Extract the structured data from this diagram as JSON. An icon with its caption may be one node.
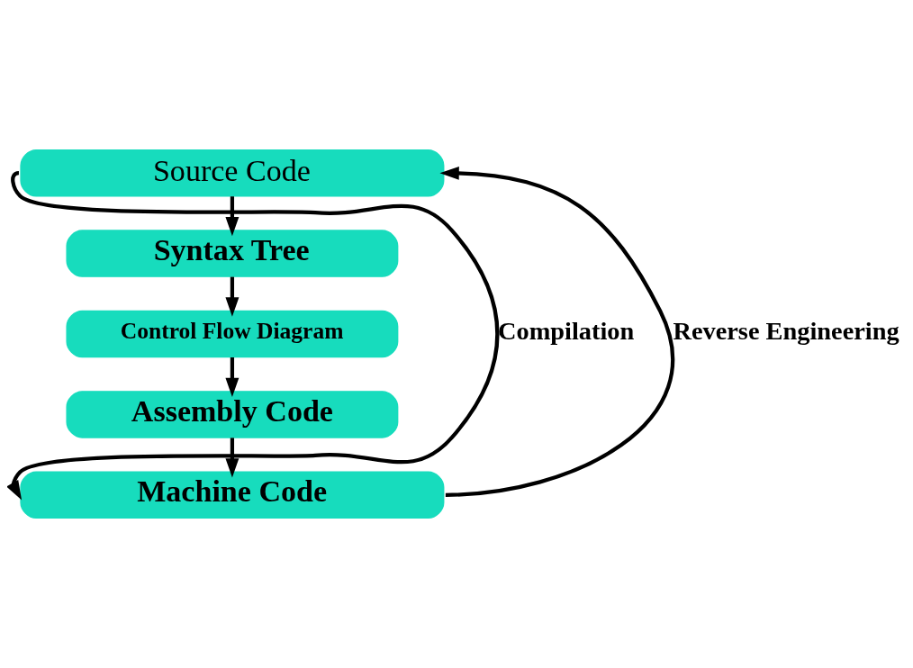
{
  "diagram": {
    "nodes": [
      {
        "text": [
          "Source Code"
        ]
      },
      {
        "text": [
          "Syntax Tree"
        ]
      },
      {
        "text": [
          "Control Flow Diagram"
        ]
      },
      {
        "text": [
          "Assembly Code"
        ]
      },
      {
        "text": [
          "Machine Code"
        ]
      }
    ],
    "edges": [
      {
        "from": 0,
        "to": 1,
        "arrow": "to"
      },
      {
        "from": 1,
        "to": 2,
        "arrow": "to"
      },
      {
        "from": 2,
        "to": 3,
        "arrow": "to"
      },
      {
        "from": 3,
        "to": 4,
        "arrow": "to"
      },
      {
        "from": 0,
        "to": 4,
        "arrow": "to",
        "label": "Compilation"
      },
      {
        "from": 4,
        "to": 0,
        "arrow": "to",
        "label": "Reverse Engineering"
      }
    ]
  }
}
